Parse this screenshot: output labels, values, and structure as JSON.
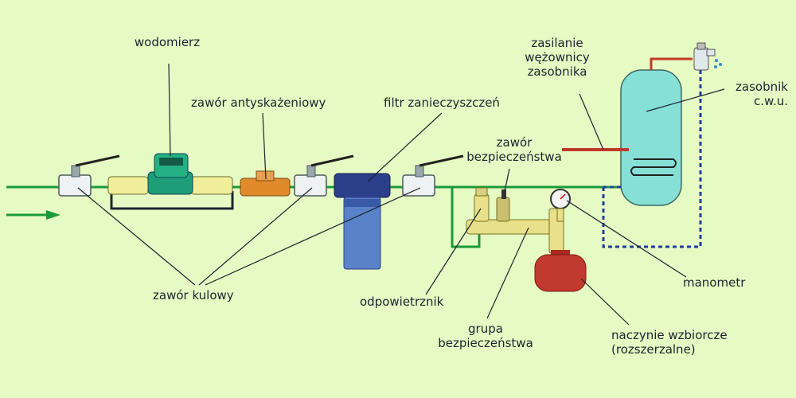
{
  "labels": {
    "wodomierz": "wodomierz",
    "zawor_antyskazeniowy": "zawór antyskażeniowy",
    "filtr": "filtr zanieczyszczeń",
    "zasilanie_1": "zasilanie",
    "zasilanie_2": "wężownicy",
    "zasilanie_3": "zasobnika",
    "zasobnik_1": "zasobnik",
    "zasobnik_2": "c.w.u.",
    "zawor_bezp_1": "zawór",
    "zawor_bezp_2": "bezpieczeństwa",
    "zawor_kulowy": "zawór kulowy",
    "odpowietrznik": "odpowietrznik",
    "manometr": "manometr",
    "grupa_1": "grupa",
    "grupa_2": "bezpieczeństwa",
    "naczynie_1": "naczynie wzbiorcze",
    "naczynie_2": "(rozszerzalne)"
  },
  "colors": {
    "background": "#e6fbc3",
    "water_pipe": "#1a9a3a",
    "hot_pipe": "#c0392b",
    "circulation_dashed": "#1f3f9a",
    "tank": "#86e0d6",
    "expansion_vessel": "#c2392f",
    "safety_group": "#e8e08a",
    "filter_body": "#5a82c8",
    "meter_body": "#1e9e78",
    "anti_backflow_valve": "#e08a2a"
  }
}
